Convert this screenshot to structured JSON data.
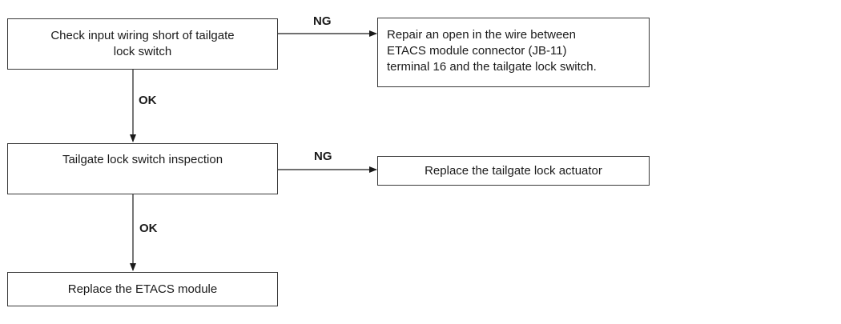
{
  "flowchart": {
    "steps": [
      {
        "id": "check_wiring",
        "lines": [
          "Check input wiring short of tailgate",
          "lock switch"
        ]
      },
      {
        "id": "switch_inspection",
        "lines": [
          "Tailgate lock switch inspection"
        ]
      },
      {
        "id": "replace_etacs",
        "lines": [
          "Replace the ETACS module"
        ]
      }
    ],
    "outcomes": [
      {
        "id": "repair_open",
        "lines": [
          "Repair an open in the wire between",
          "ETACS module connector (JB-11)",
          "terminal 16 and the tailgate lock switch."
        ]
      },
      {
        "id": "replace_actuator",
        "lines": [
          "Replace the tailgate lock actuator"
        ]
      }
    ],
    "edge_labels": {
      "ng_1": "NG",
      "ok_1": "OK",
      "ng_2": "NG",
      "ok_2": "OK"
    }
  }
}
